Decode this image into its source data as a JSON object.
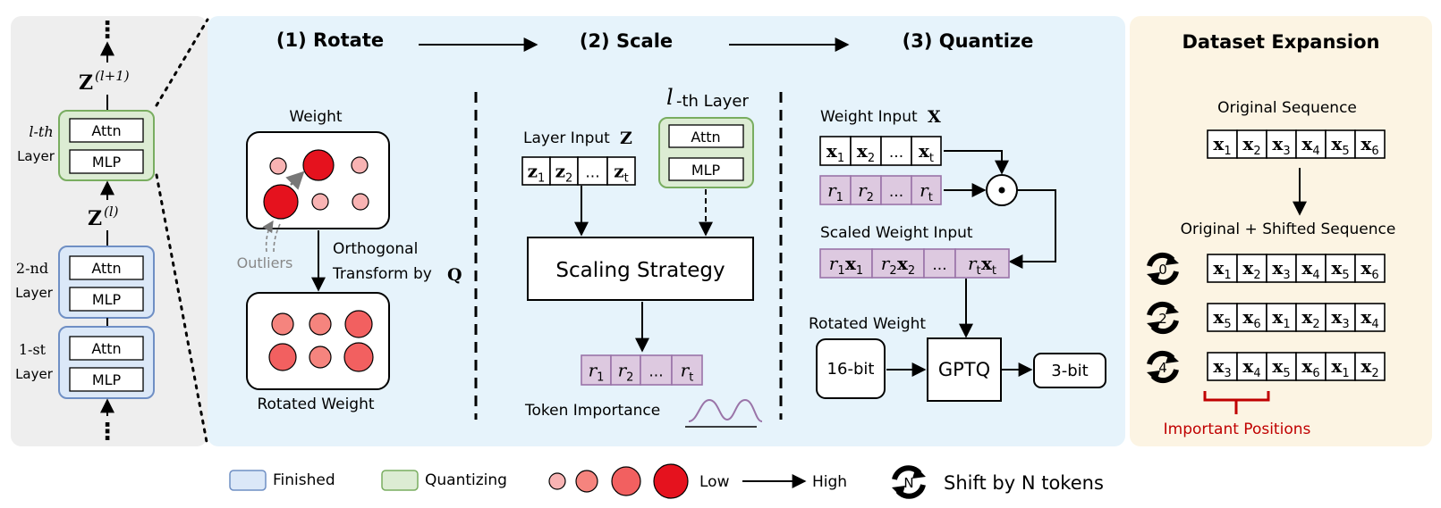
{
  "colors": {
    "left_panel_bg": "#eeeeee",
    "main_panel_bg": "#e6f3fb",
    "right_panel_bg": "#fcf4e3",
    "finished_fill": "#dbe8f8",
    "finished_stroke": "#6f8fc4",
    "quantizing_fill": "#dcecd3",
    "quantizing_stroke": "#79ad60",
    "token_fill": "#ddc9e0",
    "token_stroke": "#9a74a8",
    "circle_strong": "#e5121e",
    "circle_mid": "#f26060",
    "circle_light": "#f8b3b3",
    "important_red": "#c00000",
    "outlier_gray": "#888888"
  },
  "left_panel": {
    "z_top": "Z",
    "z_top_sup": "(l+1)",
    "z_mid": "Z",
    "z_mid_sup": "(l)",
    "layers": [
      {
        "label_l1": "l-th",
        "label_l2": "Layer",
        "attn": "Attn",
        "mlp": "MLP",
        "state": "quantizing"
      },
      {
        "label_l1": "2-nd",
        "label_l2": "Layer",
        "attn": "Attn",
        "mlp": "MLP",
        "state": "finished"
      },
      {
        "label_l1": "1-st",
        "label_l2": "Layer",
        "attn": "Attn",
        "mlp": "MLP",
        "state": "finished"
      }
    ],
    "top_dots": "⋮",
    "bottom_dots": "⋮"
  },
  "rotate": {
    "heading": "(1) Rotate",
    "weight_label": "Weight",
    "outliers_label": "Outliers",
    "transform_line1": "Orthogonal",
    "transform_line2": "Transform by",
    "transform_symbol": "Q",
    "rotated_label": "Rotated Weight"
  },
  "scale": {
    "heading": "(2) Scale",
    "layer_input_label": "Layer Input",
    "layer_input_symbol": "Z",
    "z_tokens": [
      {
        "base": "z",
        "sub": "1"
      },
      {
        "base": "z",
        "sub": "2"
      },
      {
        "base": "...",
        "sub": ""
      },
      {
        "base": "z",
        "sub": "t"
      }
    ],
    "lth_layer_var": "l",
    "lth_layer_rest": "-th Layer",
    "attn": "Attn",
    "mlp": "MLP",
    "strategy": "Scaling Strategy",
    "r_tokens": [
      {
        "base": "r",
        "sub": "1"
      },
      {
        "base": "r",
        "sub": "2"
      },
      {
        "base": "...",
        "sub": ""
      },
      {
        "base": "r",
        "sub": "t"
      }
    ],
    "token_importance": "Token Importance"
  },
  "quantize": {
    "heading": "(3) Quantize",
    "weight_input_label": "Weight Input",
    "weight_input_symbol": "X",
    "x_tokens": [
      {
        "base": "x",
        "sub": "1"
      },
      {
        "base": "x",
        "sub": "2"
      },
      {
        "base": "...",
        "sub": ""
      },
      {
        "base": "x",
        "sub": "t"
      }
    ],
    "r_tokens": [
      {
        "base": "r",
        "sub": "1"
      },
      {
        "base": "r",
        "sub": "2"
      },
      {
        "base": "...",
        "sub": ""
      },
      {
        "base": "r",
        "sub": "t"
      }
    ],
    "scaled_label": "Scaled Weight Input",
    "scaled_tokens": [
      {
        "base": "r",
        "sub": "1",
        "base2": "x",
        "sub2": "1"
      },
      {
        "base": "r",
        "sub": "2",
        "base2": "x",
        "sub2": "2"
      },
      {
        "base": "...",
        "sub": "",
        "base2": "",
        "sub2": ""
      },
      {
        "base": "r",
        "sub": "t",
        "base2": "x",
        "sub2": "t"
      }
    ],
    "rotated_weight_label": "Rotated Weight",
    "bits_in": "16-bit",
    "gptq": "GPTQ",
    "bits_out": "3-bit",
    "odot": "⊙"
  },
  "dataset": {
    "heading": "Dataset Expansion",
    "original_label": "Original Sequence",
    "original_seq": [
      "1",
      "2",
      "3",
      "4",
      "5",
      "6"
    ],
    "shifted_label": "Original + Shifted Sequence",
    "shifts": [
      {
        "n": "0",
        "seq": [
          "1",
          "2",
          "3",
          "4",
          "5",
          "6"
        ]
      },
      {
        "n": "2",
        "seq": [
          "5",
          "6",
          "1",
          "2",
          "3",
          "4"
        ]
      },
      {
        "n": "4",
        "seq": [
          "3",
          "4",
          "5",
          "6",
          "1",
          "2"
        ]
      }
    ],
    "token_base": "x",
    "important_label": "Important Positions"
  },
  "legend": {
    "finished": "Finished",
    "quantizing": "Quantizing",
    "low": "Low",
    "high": "High",
    "shift_symbol": "N",
    "shift_label": "Shift by N tokens"
  }
}
